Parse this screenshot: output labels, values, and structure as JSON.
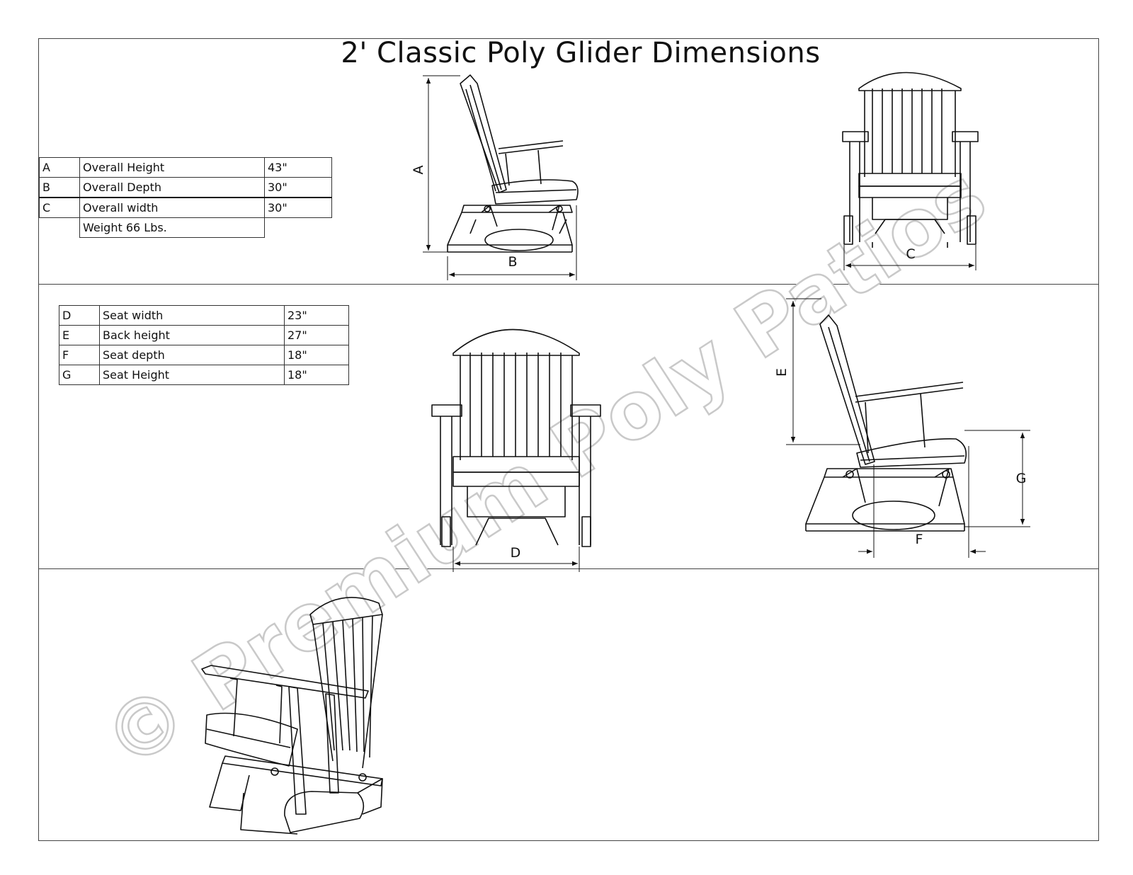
{
  "title": "2' Classic Poly Glider Dimensions",
  "table1": {
    "rows": [
      {
        "key": "A",
        "name": "Overall Height",
        "value": "43\""
      },
      {
        "key": "B",
        "name": "Overall Depth",
        "value": "30\""
      },
      {
        "key": "C",
        "name": "Overall width",
        "value": "30\""
      }
    ],
    "weight": "Weight 66 Lbs."
  },
  "table2": {
    "rows": [
      {
        "key": "D",
        "name": "Seat width",
        "value": "23\""
      },
      {
        "key": "E",
        "name": "Back height",
        "value": "27\""
      },
      {
        "key": "F",
        "name": "Seat depth",
        "value": "18\""
      },
      {
        "key": "G",
        "name": "Seat Height",
        "value": "18\""
      }
    ]
  },
  "dimension_labels": {
    "a": "A",
    "b": "B",
    "c": "C",
    "d": "D",
    "e": "E",
    "f": "F",
    "g": "G"
  },
  "watermark": "© Premium Poly Patios"
}
